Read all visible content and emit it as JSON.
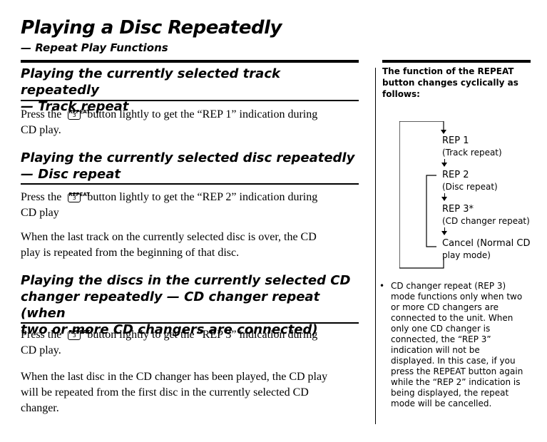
{
  "header": {
    "title": "Playing a Disc Repeatedly",
    "subtitle": "— Repeat Play Functions"
  },
  "sections": [
    {
      "heading_lines": [
        "Playing the currently selected track repeatedly",
        "— Track repeat"
      ],
      "paragraphs": [
        {
          "before": "Press the",
          "after": "button lightly to get the “REP 1” indication during",
          "line2": "CD play."
        }
      ]
    },
    {
      "heading_lines": [
        "Playing the currently selected disc repeatedly",
        "— Disc repeat"
      ],
      "paragraphs": [
        {
          "before": "Press the",
          "after": "button lightly to get the “REP 2” indication during",
          "line2": "CD play"
        },
        {
          "text_lines": [
            "When the last track on the currently selected disc is over, the CD",
            "play is repeated from the beginning of that disc."
          ]
        }
      ]
    },
    {
      "heading_lines": [
        "Playing the discs in the currently selected CD",
        "changer repeatedly — CD changer repeat (when",
        "two or more CD changers are connected)"
      ],
      "paragraphs": [
        {
          "before": "Press the",
          "after": "button lightly to get the “REP 3” indication during",
          "line2": "CD play."
        },
        {
          "text_lines": [
            "When the last disc in the CD changer has been played, the CD play",
            "will be repeated from the first disc in the currently selected CD",
            "changer."
          ]
        }
      ]
    }
  ],
  "button": {
    "label": "REPEAT",
    "number": "3"
  },
  "sidebar": {
    "intro_lines": [
      "The function of the REPEAT",
      "button changes cyclically as",
      "follows:"
    ],
    "cycle": [
      {
        "label": "REP 1",
        "sub": "(Track repeat)"
      },
      {
        "label": "REP 2",
        "sub": "(Disc repeat)"
      },
      {
        "label": "REP 3*",
        "sub": "(CD changer repeat)"
      },
      {
        "label": "Cancel (Normal CD",
        "sub": "play mode)"
      }
    ],
    "note_bullet": "•",
    "note_lines": [
      "CD changer repeat (REP 3)",
      "mode functions only when two",
      "or more CD changers are",
      "connected to the unit. When",
      "only one CD changer is",
      "connected, the “REP 3”",
      "indication will not be",
      "displayed. In this case, if you",
      "press the REPEAT button again",
      "while the “REP 2” indication is",
      "being displayed, the repeat",
      "mode will be cancelled."
    ]
  }
}
